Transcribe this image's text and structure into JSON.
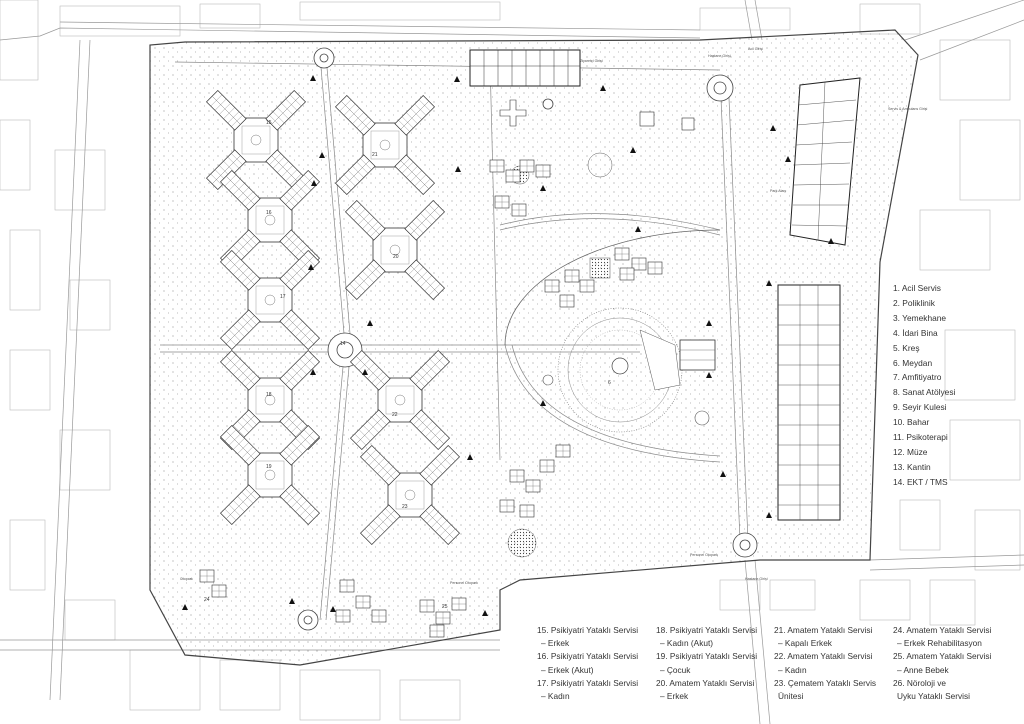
{
  "legend_numbered": [
    "1. Acil Servis",
    "2. Poliklinik",
    "3. Yemekhane",
    "4. İdari Bina",
    "5. Kreş",
    "6. Meydan",
    "7. Amfitiyatro",
    "8. Sanat Atölyesi",
    "9. Seyir Kulesi",
    "10. Bahar",
    "11. Psikoterapi",
    "12. Müze",
    "13. Kantin",
    "14. EKT / TMS"
  ],
  "legend_wards": [
    [
      "15. Psikiyatri Yataklı Servisi",
      "– Erkek"
    ],
    [
      "16. Psikiyatri Yataklı Servisi",
      "– Erkek (Akut)"
    ],
    [
      "17. Psikiyatri Yataklı Servisi",
      "– Kadın"
    ],
    [
      "18. Psikiyatri Yataklı Servisi",
      "– Kadın (Akut)"
    ],
    [
      "19. Psikiyatri Yataklı Servisi",
      "– Çocuk"
    ],
    [
      "20. Amatem Yataklı Servisi",
      "– Erkek"
    ],
    [
      "21. Amatem Yataklı Servisi",
      "– Kapalı Erkek"
    ],
    [
      "22. Amatem Yataklı Servisi",
      "– Kadın"
    ],
    [
      "23. Çematem Yataklı Servis",
      "Ünitesi"
    ],
    [
      "24. Amatem Yataklı Servisi",
      "– Erkek Rehabilitasyon"
    ],
    [
      "25. Amatem Yataklı Servisi",
      "– Anne Bebek"
    ],
    [
      "26. Nöroloji ve",
      "Uyku Yataklı Servisi"
    ]
  ],
  "plan_numbers": [
    "15",
    "16",
    "17",
    "18",
    "19",
    "20",
    "21",
    "22",
    "23",
    "14",
    "6",
    "24",
    "25"
  ],
  "plan_labels": {
    "ziyaretci_giris": "Ziyaretçi Girişi",
    "hastane_giris": "Hastane Girişi",
    "acil_giris": "Acil Girişi",
    "servis_ambulans": "Servis & Ambulans Girişi",
    "personel_otopark": "Personel Otopark",
    "park_alani": "Park Alanı",
    "otopark": "Otopark"
  },
  "colors": {
    "line": "#5a5a5a",
    "light": "#aaaaaa",
    "building": "#333333"
  }
}
